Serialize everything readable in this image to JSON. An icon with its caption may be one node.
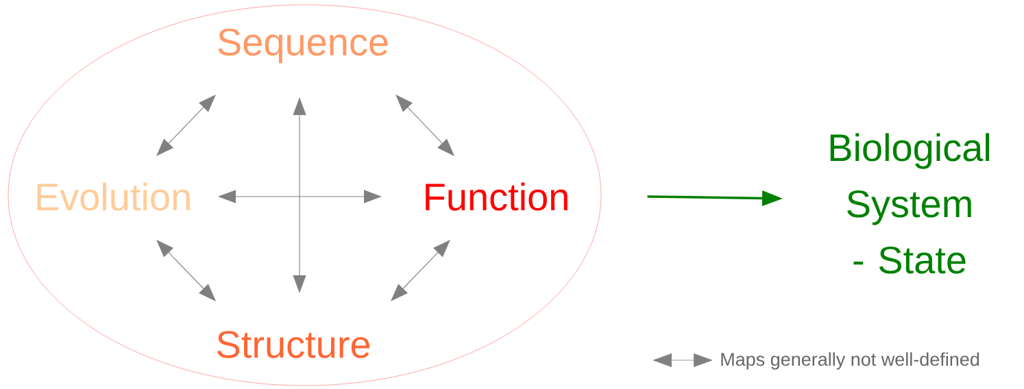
{
  "diagram": {
    "nodes": [
      {
        "text": [],
        "shape": "ellipse"
      },
      {
        "text": [
          "Sequence"
        ],
        "in": 0
      },
      {
        "text": [
          "Evolution"
        ],
        "in": 0
      },
      {
        "text": [
          "Function"
        ],
        "in": 0
      },
      {
        "text": [
          "Structure"
        ],
        "in": 0
      },
      {
        "text": [
          "Biological System - State"
        ]
      }
    ],
    "edges": [
      {
        "from": 1,
        "to": 2,
        "arrow": "both"
      },
      {
        "from": 1,
        "to": 3,
        "arrow": "both"
      },
      {
        "from": 1,
        "to": 4,
        "arrow": "both"
      },
      {
        "from": 2,
        "to": 3,
        "arrow": "both"
      },
      {
        "from": 2,
        "to": 4,
        "arrow": "both"
      },
      {
        "from": 3,
        "to": 4,
        "arrow": "both"
      },
      {
        "from": 0,
        "to": 5,
        "arrow": "to",
        "style": "thick",
        "color": "#008000"
      }
    ],
    "legend": [
      {
        "text": "Maps generally not well-defined"
      }
    ]
  }
}
